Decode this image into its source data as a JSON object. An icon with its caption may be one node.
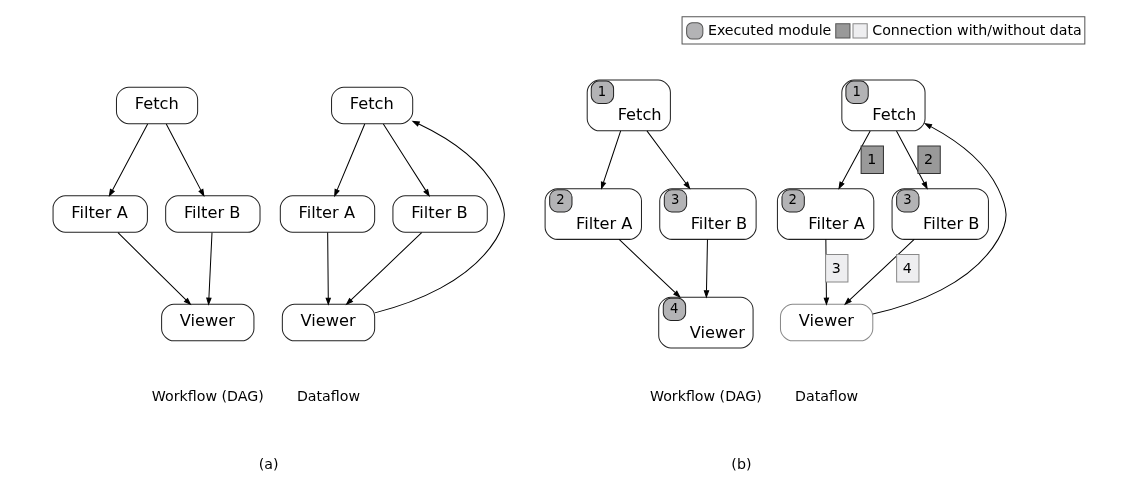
{
  "diagram": {
    "nodes": [
      {
        "text": [
          "Fetch"
        ]
      },
      {
        "text": [
          "Filter A"
        ]
      },
      {
        "text": [
          "Filter B"
        ]
      },
      {
        "text": [
          "Viewer"
        ]
      },
      {
        "text": [
          "Fetch"
        ]
      },
      {
        "text": [
          "Filter A"
        ]
      },
      {
        "text": [
          "Filter B"
        ]
      },
      {
        "text": [
          "Viewer"
        ]
      },
      {
        "text": [
          "1",
          "Fetch"
        ]
      },
      {
        "text": [
          "2",
          "Filter A"
        ]
      },
      {
        "text": [
          "3",
          "Filter B"
        ]
      },
      {
        "text": [
          "4",
          "Viewer"
        ]
      },
      {
        "text": [
          "1",
          "Fetch"
        ]
      },
      {
        "text": [
          "2",
          "Filter A"
        ]
      },
      {
        "text": [
          "3",
          "Filter B"
        ]
      },
      {
        "text": [
          "Viewer"
        ]
      }
    ],
    "edges": [
      {
        "from": 0,
        "to": 1,
        "arrow": "to"
      },
      {
        "from": 0,
        "to": 2,
        "arrow": "to"
      },
      {
        "from": 1,
        "to": 3,
        "arrow": "to"
      },
      {
        "from": 2,
        "to": 3,
        "arrow": "to"
      },
      {
        "from": 4,
        "to": 5,
        "arrow": "to"
      },
      {
        "from": 4,
        "to": 6,
        "arrow": "to"
      },
      {
        "from": 5,
        "to": 7,
        "arrow": "to"
      },
      {
        "from": 6,
        "to": 7,
        "arrow": "to"
      },
      {
        "from": 7,
        "to": 4,
        "arrow": "to"
      },
      {
        "from": 8,
        "to": 9,
        "arrow": "to"
      },
      {
        "from": 8,
        "to": 10,
        "arrow": "to"
      },
      {
        "from": 9,
        "to": 11,
        "arrow": "to"
      },
      {
        "from": 10,
        "to": 11,
        "arrow": "to"
      },
      {
        "from": 12,
        "to": 13,
        "arrow": "to",
        "label": "1"
      },
      {
        "from": 12,
        "to": 14,
        "arrow": "to",
        "label": "2"
      },
      {
        "from": 13,
        "to": 15,
        "arrow": "to",
        "label": "3"
      },
      {
        "from": 14,
        "to": 15,
        "arrow": "to",
        "label": "4"
      },
      {
        "from": 15,
        "to": 12,
        "arrow": "to"
      }
    ],
    "labels": [
      "Workflow (DAG)",
      "Dataflow",
      "(a)",
      "Workflow (DAG)",
      "Dataflow",
      "(b)"
    ],
    "legend": [
      {
        "text": "Executed module",
        "color": "#b3b3b5"
      },
      {
        "text": "Connection with/without data"
      }
    ]
  }
}
